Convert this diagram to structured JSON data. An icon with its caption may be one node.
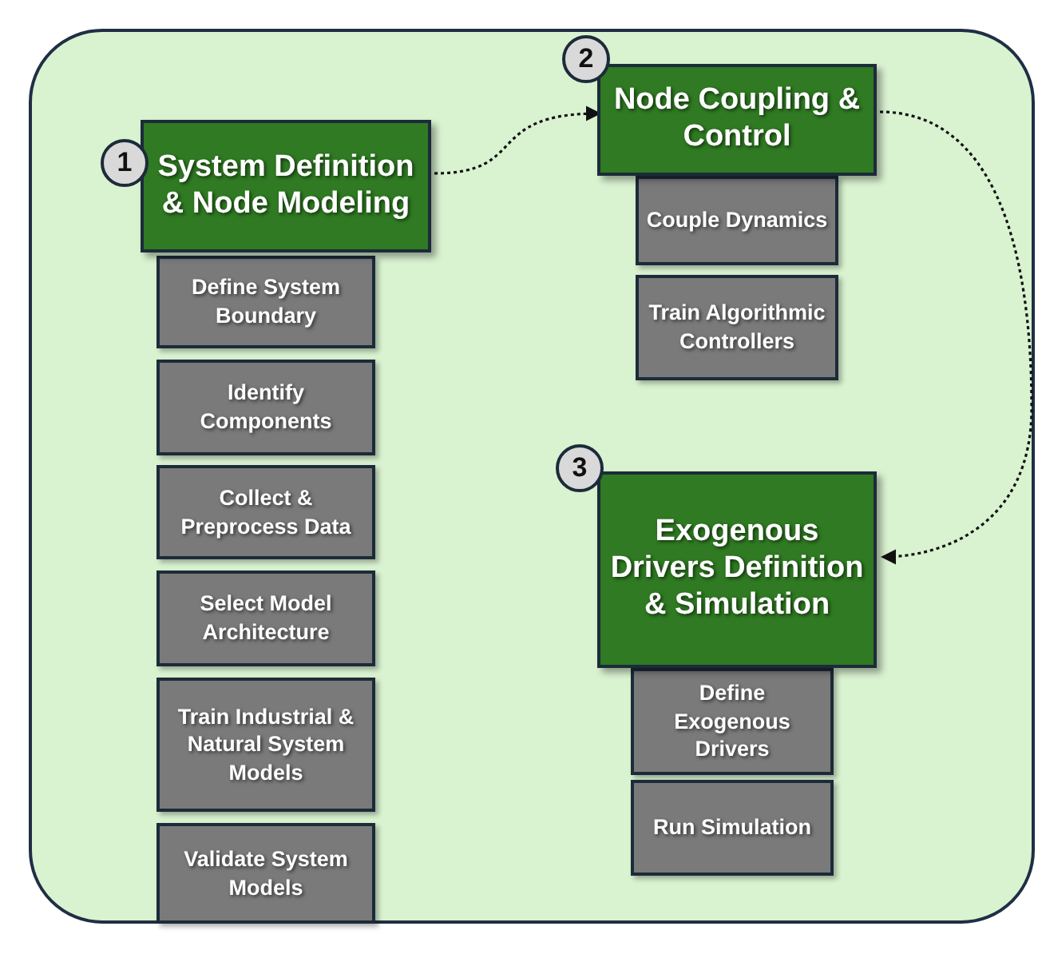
{
  "diagram": {
    "nodes": [
      {
        "text": [],
        "shape": "box"
      },
      {
        "text": [
          "1"
        ],
        "in": 0
      },
      {
        "text": [
          "System Definition & Node Modeling"
        ],
        "in": 0
      },
      {
        "text": [
          "Define System Boundary"
        ],
        "in": 0
      },
      {
        "text": [
          "Identify Components"
        ],
        "in": 0
      },
      {
        "text": [
          "Collect & Preprocess Data"
        ],
        "in": 0
      },
      {
        "text": [
          "Select Model Architecture"
        ],
        "in": 0
      },
      {
        "text": [
          "Train Industrial & Natural System Models"
        ],
        "in": 0
      },
      {
        "text": [
          "Validate System Models"
        ],
        "in": 0
      },
      {
        "text": [
          "2"
        ],
        "in": 0
      },
      {
        "text": [
          "Node Coupling & Control"
        ],
        "in": 0
      },
      {
        "text": [
          "Couple Dynamics"
        ],
        "in": 0
      },
      {
        "text": [
          "Train Algorithmic Controllers"
        ],
        "in": 0
      },
      {
        "text": [
          "3"
        ],
        "in": 0
      },
      {
        "text": [
          "Exogenous Drivers Definition & Simulation"
        ],
        "in": 0
      },
      {
        "text": [
          "Define Exogenous Drivers"
        ],
        "in": 0
      },
      {
        "text": [
          "Run Simulation"
        ],
        "in": 0
      }
    ],
    "edges": [
      {
        "from": 2,
        "to": 10,
        "arrow": "to",
        "style": "dashed"
      },
      {
        "from": 10,
        "to": 14,
        "arrow": "to",
        "style": "dashed"
      }
    ]
  }
}
